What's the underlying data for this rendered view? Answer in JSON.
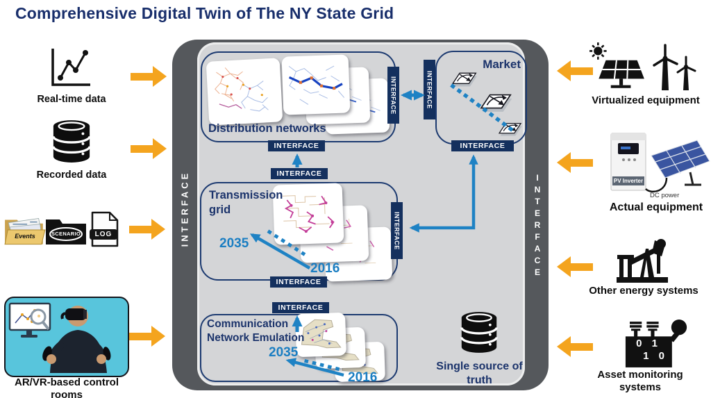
{
  "title": "Comprehensive Digital Twin of The NY State Grid",
  "interface_label": "INTERFACE",
  "left_items": {
    "realtime": {
      "label": "Real-time data",
      "icon": "line-chart-icon"
    },
    "recorded": {
      "label": "Recorded data",
      "icon": "database-icon"
    },
    "scenarios": {
      "events_label": "Events",
      "scenario_label": "SCENARIO",
      "log_label": "LOG"
    },
    "arvr": {
      "label": "AR/VR-based control rooms",
      "icon": "vr-operator-photo"
    }
  },
  "right_items": {
    "virtualized": {
      "label": "Virtualized equipment",
      "icons": [
        "solar-panel-icon",
        "wind-turbines-icon"
      ]
    },
    "actual": {
      "label": "Actual equipment",
      "inverter_label": "PV Inverter",
      "dc_label": "DC power"
    },
    "other": {
      "label": "Other energy systems",
      "icon": "oil-pump-icon"
    },
    "asset": {
      "label": "Asset monitoring systems",
      "bits_line1": "0 1",
      "bits_line2": "1 0"
    }
  },
  "panel": {
    "distribution": {
      "label": "Distribution networks"
    },
    "market": {
      "label": "Market"
    },
    "transmission": {
      "label": "Transmission grid",
      "year_start": "2016",
      "year_end": "2035"
    },
    "communication": {
      "label": "Communication Network Emulation",
      "year_start": "2016",
      "year_end": "2035"
    },
    "single_source": {
      "label": "Single source of truth"
    }
  },
  "colors": {
    "navy": "#1b336b",
    "interface_navy": "#14305e",
    "blue_arrow": "#1e82c4",
    "year_blue": "#1b7ec2",
    "orange": "#f4a41e",
    "panel_gray": "#d4d5d7",
    "frame_gray": "#55585c"
  }
}
